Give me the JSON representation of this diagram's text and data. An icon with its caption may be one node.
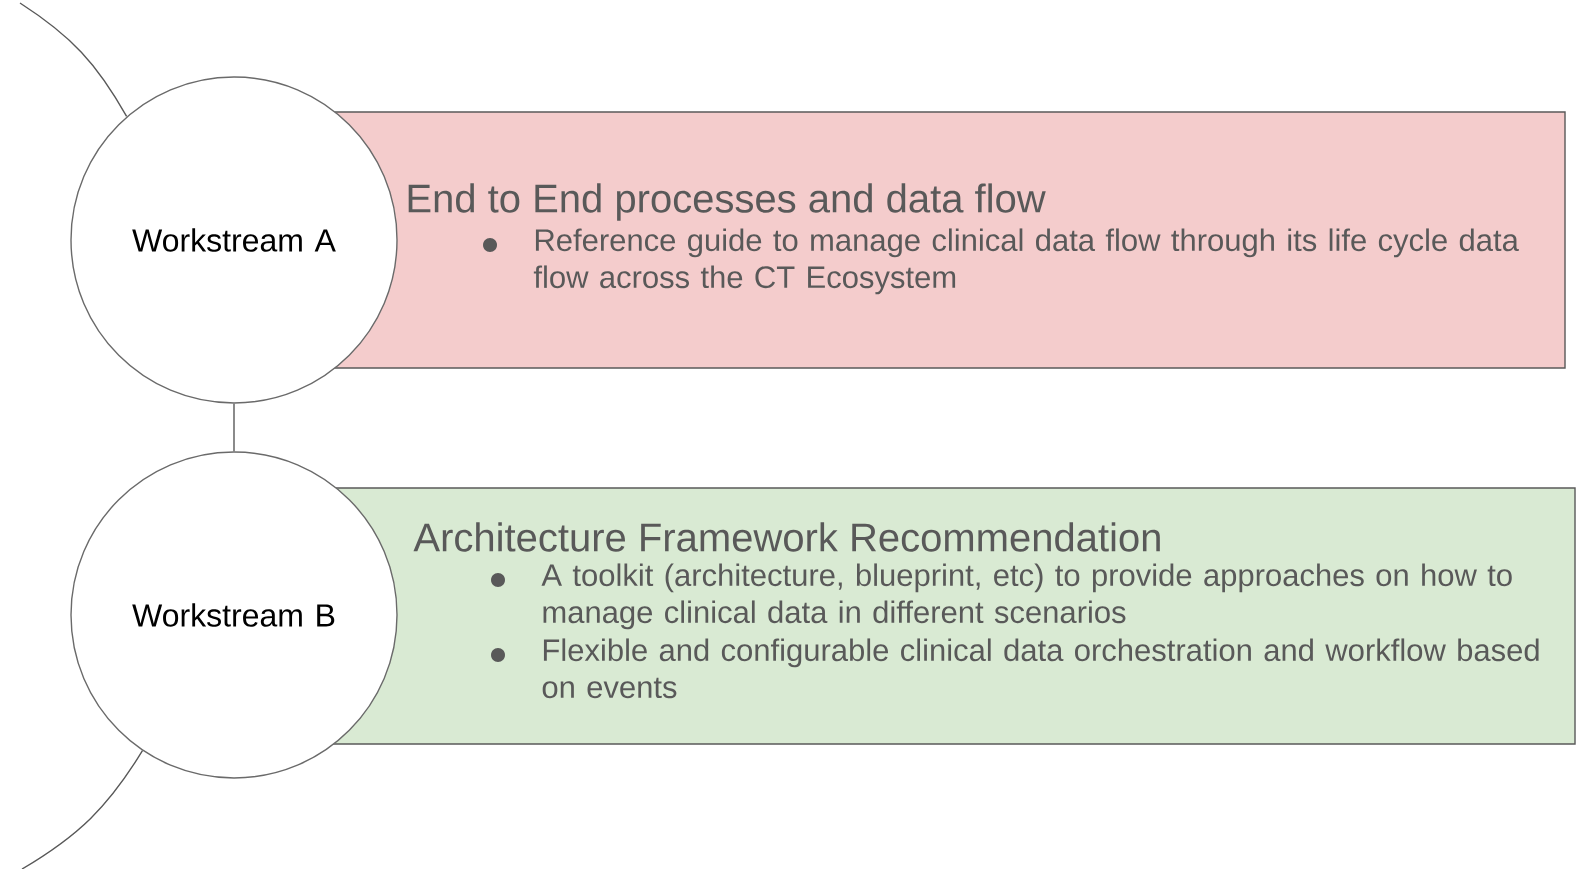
{
  "diagram": {
    "nodes": [
      {
        "text": [
          "Workstream A"
        ]
      },
      {
        "text": [
          "End to End processes and data flow",
          "Reference guide to manage clinical data flow through its life cycle data flow across the CT Ecosystem"
        ]
      },
      {
        "text": [
          "Workstream B"
        ]
      },
      {
        "text": [
          "Architecture Framework Recommendation",
          "A toolkit (architecture, blueprint, etc) to provide approaches on how to manage clinical data in different scenarios",
          "Flexible and configurable clinical data orchestration and workflow based on events"
        ]
      }
    ],
    "edges": [
      {
        "from": 0,
        "to": 2,
        "arrow": "none"
      },
      {
        "from": null,
        "to": 0,
        "arrow": "none"
      },
      {
        "from": 2,
        "to": null,
        "arrow": "none"
      }
    ]
  }
}
